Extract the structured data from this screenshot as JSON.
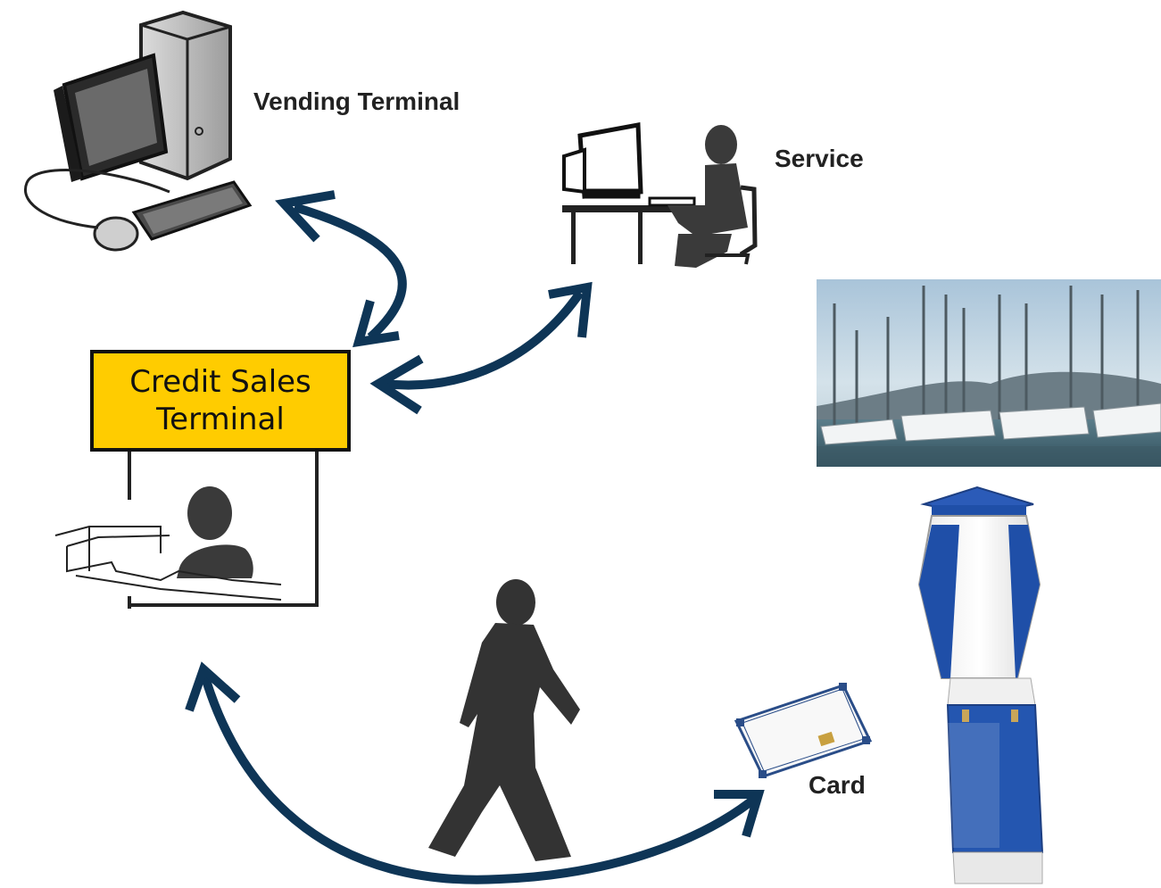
{
  "labels": {
    "vending_terminal": "Vending Terminal",
    "service": "Service",
    "card": "Card"
  },
  "credit_sales_terminal": {
    "line1": "Credit Sales",
    "line2": "Terminal"
  },
  "colors": {
    "arrow": "#0e3556",
    "box_fill": "#ffcc00",
    "silhouette": "#3a3a3a",
    "pedestal_blue": "#1f4fa8"
  },
  "icons": [
    "desktop-computer-icon",
    "person-at-computer-icon",
    "clerk-at-counter-icon",
    "walking-person-icon",
    "smart-card-icon",
    "marina-photo",
    "power-pedestal-photo"
  ]
}
